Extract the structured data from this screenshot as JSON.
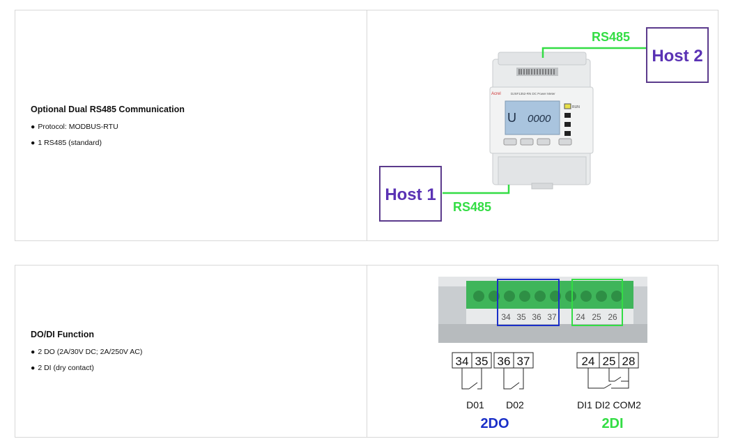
{
  "features": [
    {
      "title": "Optional Dual RS485 Communication",
      "bullets": [
        "Protocol: MODBUS-RTU",
        "1 RS485 (standard)"
      ],
      "diagram": {
        "host1": "Host 1",
        "host2": "Host 2",
        "link1": "RS485",
        "link2": "RS485",
        "lcd_u": "U",
        "lcd_value": "0000",
        "device_label": "DJSF1352-RN DC Power Meter",
        "brand": "Acrel",
        "led_run": "RUN",
        "colors": {
          "host_border": "#5b3a8c",
          "host_text": "#5a32b4",
          "rs485": "#33dd44"
        }
      }
    },
    {
      "title": "DO/DI Function",
      "bullets": [
        "2 DO (2A/30V DC; 2A/250V AC)",
        "2 DI (dry contact)"
      ],
      "diagram": {
        "photo_do_terminals": [
          "34",
          "35",
          "36",
          "37"
        ],
        "photo_di_terminals": [
          "24",
          "25",
          "26"
        ],
        "do_terminals": [
          "34",
          "35",
          "36",
          "37"
        ],
        "di_terminals": [
          "24",
          "25",
          "28"
        ],
        "do_labels": [
          "D01",
          "D02"
        ],
        "di_labels": "DI1 DI2 COM2",
        "do_group": "2DO",
        "di_group": "2DI",
        "colors": {
          "do": "#1a2fc8",
          "di": "#33dd44"
        }
      }
    }
  ]
}
